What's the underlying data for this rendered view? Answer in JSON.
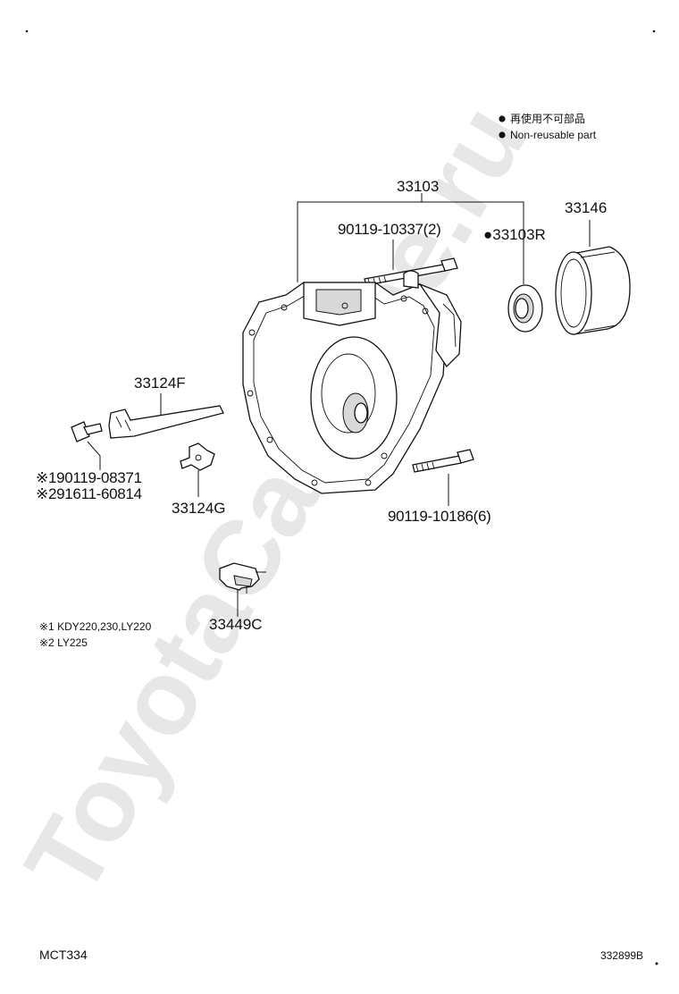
{
  "legend": {
    "jp_label": "再使用不可部品",
    "en_label": "Non-reusable part"
  },
  "parts": {
    "housing": "33103",
    "bolt_top": "90119-10337(2)",
    "seal": "●33103R",
    "bearing": "33146",
    "lever": "33124F",
    "bolt_left_1": "※190119-08371",
    "bolt_left_2": "※291611-60814",
    "clip": "33124G",
    "bolt_bottom": "90119-10186(6)",
    "sensor": "33449C"
  },
  "notes": {
    "note1": "※1 KDY220,230,LY220",
    "note2": "※2 LY225"
  },
  "footer": {
    "page_code": "MCT334",
    "ref_code": "332899B"
  },
  "watermark": "ToyotaCarMine.ru"
}
